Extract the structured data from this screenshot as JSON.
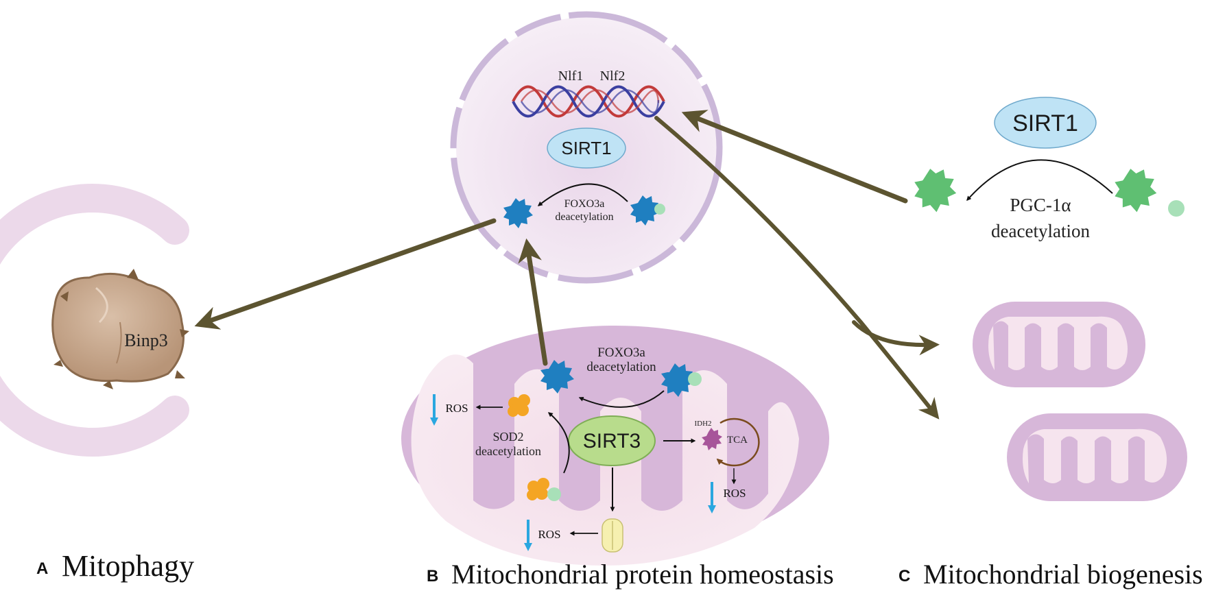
{
  "nucleus": {
    "gene_1": "Nlf1",
    "gene_2": "Nlf2",
    "enzyme": "SIRT1",
    "reaction_line1": "FOXO3a",
    "reaction_line2": "deacetylation"
  },
  "mitophagy": {
    "protein": "Binp3",
    "panel_letter": "A",
    "panel_title": "Mitophagy"
  },
  "mitochondrion": {
    "foxo_line1": "FOXO3a",
    "foxo_line2": "deacetylation",
    "enzyme": "SIRT3",
    "sod_line1": "SOD2",
    "sod_line2": "deacetylation",
    "ros_1": "ROS",
    "ros_2": "ROS",
    "ros_3": "ROS",
    "idh": "IDH2",
    "tca": "TCA",
    "panel_letter": "B",
    "panel_title": "Mitochondrial protein homeostasis"
  },
  "biogenesis": {
    "enzyme": "SIRT1",
    "reaction_line1": "PGC-1α",
    "reaction_line2": "deacetylation",
    "panel_letter": "C",
    "panel_title": "Mitochondrial biogenesis"
  },
  "colors": {
    "big_arrow": "#5c5430",
    "sirt_fill": "#bfe3f5",
    "sirt3_fill": "#b8dc8c",
    "nucleus_fill": "#f3e8f2",
    "mito_outer": "#d7b7d9",
    "mito_inner": "#f6e4ee",
    "foxo_blue": "#1f7fc0",
    "pgc_green": "#5fbf72",
    "sod_orange": "#f4a524",
    "acetyl": "#a8e0b8",
    "ros_arrow": "#2aa7e0"
  }
}
